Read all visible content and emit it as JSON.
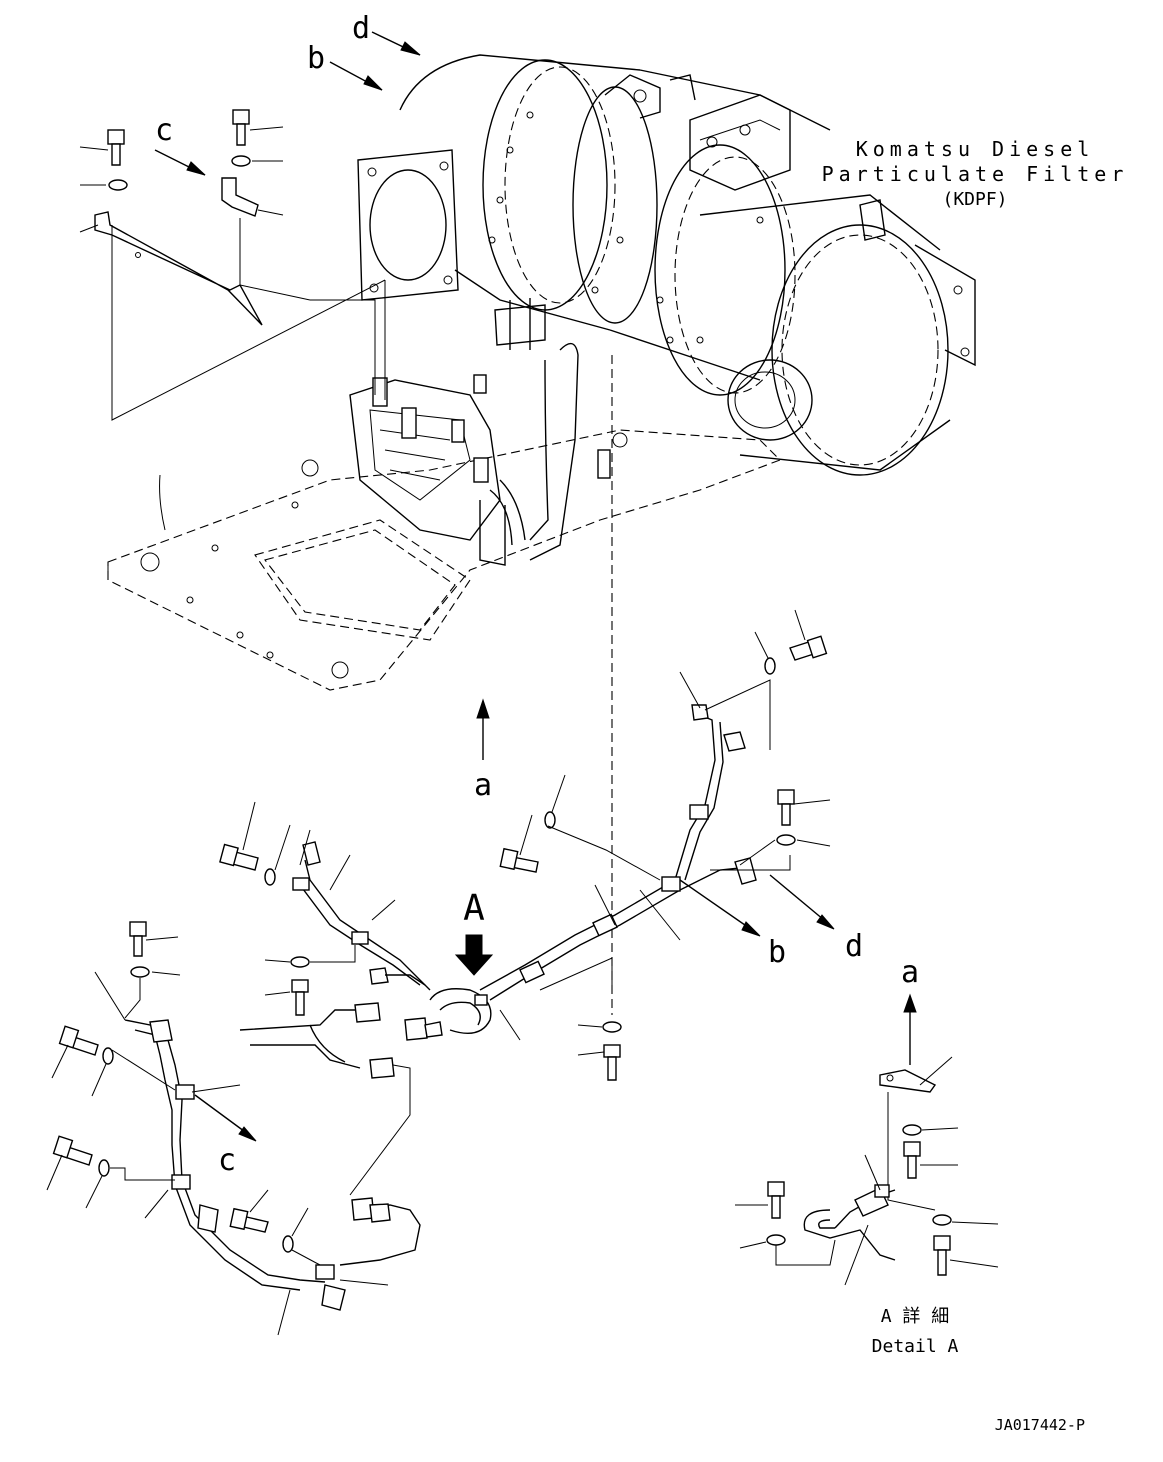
{
  "title": {
    "line1": "Komatsu Diesel",
    "line2": "Particulate Filter",
    "line3": "(KDPF)"
  },
  "view_letters": {
    "b_top": "b",
    "c_top": "c",
    "d_top": "d",
    "a_mid": "a",
    "b_mid": "b",
    "d_mid": "d",
    "c_low": "c",
    "a_detail": "a",
    "A": "A"
  },
  "detail": {
    "label_jp": "A 詳 細",
    "label_en": "Detail A"
  },
  "drawing_number": "JA017442-P"
}
